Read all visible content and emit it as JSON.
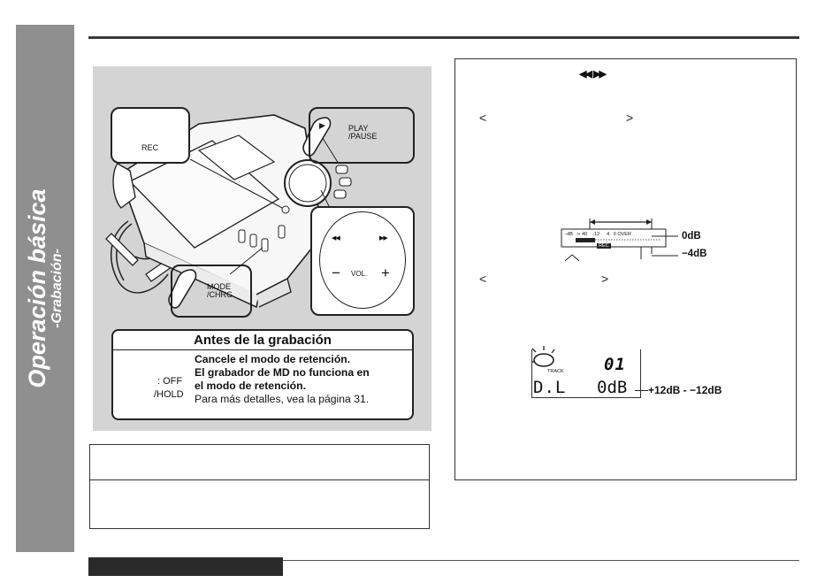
{
  "side_tab": {
    "title": "Operación básica",
    "subtitle": "-Grabación-"
  },
  "illustration": {
    "rec_label": "REC",
    "play_label": "PLAY\n/PAUSE",
    "mode_label": "MODE\n/CHRG",
    "vol_label": "VOL.",
    "vol_minus": "−",
    "vol_plus": "+",
    "skip_back": "◀◀",
    "skip_fwd": "▶▶"
  },
  "antes": {
    "title": "Antes de la grabación",
    "switch_off": ": OFF",
    "switch_hold": "/HOLD",
    "line1": "Cancele el modo de retención.",
    "line2": "El grabador de MD no funciona en",
    "line3": "el modo de retención.",
    "line4": "Para más detalles, vea la página 31."
  },
  "right_panel": {
    "skip_icons": "◀◀   ▶▶",
    "angle_left_1": "<",
    "angle_right_1": ">",
    "angle_left_2": "<",
    "angle_right_2": ">",
    "meter_scale": "−dB   ∞ 40    -12·    4   0 OVER",
    "meter_rec": "REC",
    "level_0db": "0dB",
    "level_4db": "−4dB",
    "lcd_track_num": "01",
    "lcd_track_label": "TRACK",
    "lcd_left": "D.L",
    "lcd_right": "0dB",
    "lcd_range": "+12dB - −12dB"
  }
}
